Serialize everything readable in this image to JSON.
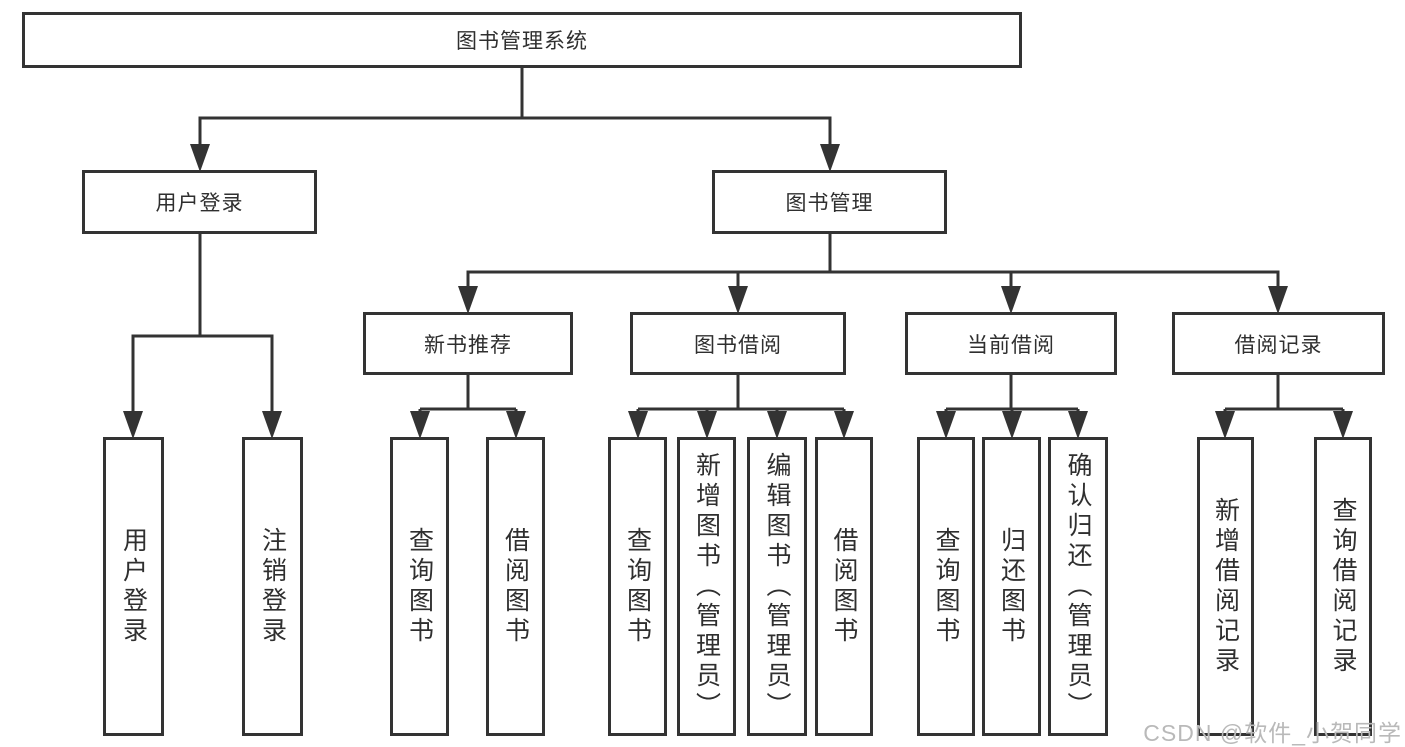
{
  "title": "图书管理系统",
  "level2": [
    {
      "id": "user-login",
      "label": "用户登录"
    },
    {
      "id": "book-management",
      "label": "图书管理"
    }
  ],
  "level3": [
    {
      "id": "new-book-recommend",
      "label": "新书推荐"
    },
    {
      "id": "book-borrow",
      "label": "图书借阅"
    },
    {
      "id": "current-borrow",
      "label": "当前借阅"
    },
    {
      "id": "borrow-records",
      "label": "借阅记录"
    }
  ],
  "leaves": {
    "user_login": [
      "用户登录",
      "注销登录"
    ],
    "new_book_recommend": [
      "查询图书",
      "借阅图书"
    ],
    "book_borrow": [
      "查询图书",
      "新增图书（管理员）",
      "编辑图书（管理员）",
      "借阅图书"
    ],
    "current_borrow": [
      "查询图书",
      "归还图书",
      "确认归还（管理员）"
    ],
    "borrow_records": [
      "新增借阅记录",
      "查询借阅记录"
    ]
  },
  "watermark": "CSDN @软件_小贺同学",
  "colors": {
    "line": "#333333",
    "text": "#2f2f2f",
    "background": "#ffffff",
    "watermark": "#b9b9b9"
  }
}
